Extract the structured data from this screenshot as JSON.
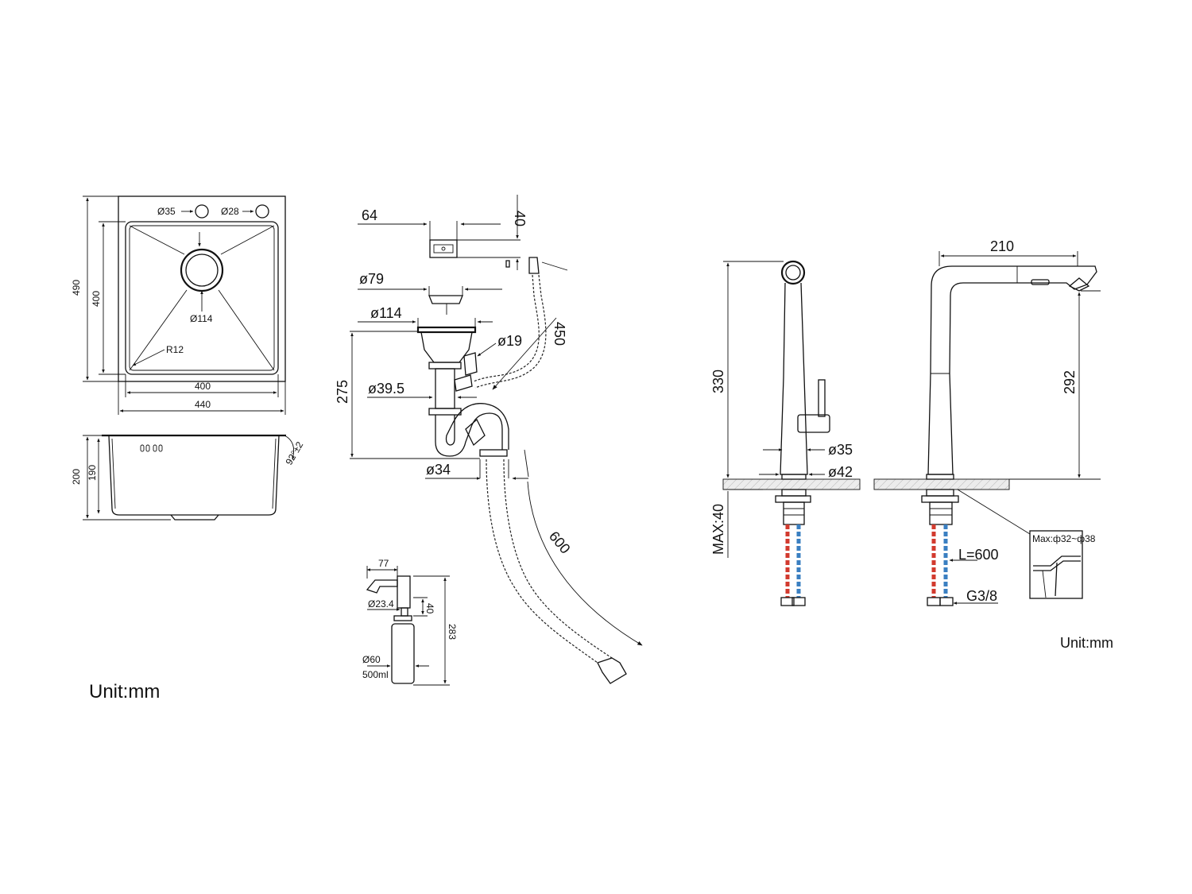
{
  "units": {
    "left": "Unit:mm",
    "right": "Unit:mm"
  },
  "sink_top_view": {
    "outer_height": "490",
    "inner_height": "400",
    "hole_left": "Ø35",
    "hole_right": "Ø28",
    "drain": "Ø114",
    "corner_radius": "R12",
    "inner_width": "400",
    "outer_width": "440"
  },
  "sink_side_view": {
    "total_depth": "200",
    "bowl_depth": "190",
    "angle": "92°±2"
  },
  "drain_kit": {
    "overflow_width": "64",
    "overflow_height": "40",
    "strainer": "ø79",
    "flange": "ø114",
    "hose_length": "450",
    "overflow_pipe": "ø19",
    "height": "275",
    "tail_pipe": "ø39.5",
    "outlet": "ø34",
    "drain_hose": "600"
  },
  "soap_dispenser": {
    "spout": "77",
    "neck": "Ø23.4",
    "neck_height": "40",
    "total_height": "283",
    "bottle": "Ø60",
    "capacity": "500ml"
  },
  "faucet_front": {
    "height": "330",
    "body_diameter": "ø35",
    "base_diameter": "ø42",
    "max_deck": "MAX:40"
  },
  "faucet_side": {
    "reach": "210",
    "spout_height": "292",
    "hose_length": "L=600",
    "thread": "G3/8",
    "hole_range": "Max:ф32~ф38"
  },
  "colors": {
    "hot_line": "#d23a2e",
    "cold_line": "#3a7fc1",
    "ink": "#111111",
    "counter_fill": "#e9e9e9"
  }
}
